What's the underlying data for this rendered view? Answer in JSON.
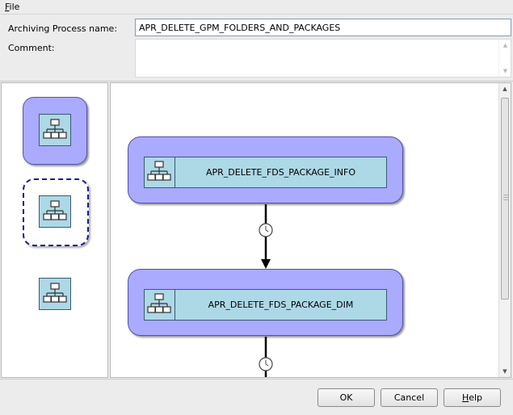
{
  "menu": {
    "file_mnemonic": "F",
    "file_rest": "ile"
  },
  "form": {
    "name_label": "Archiving Process name:",
    "name_value": "APR_DELETE_GPM_FOLDERS_AND_PACKAGES",
    "comment_label": "Comment:",
    "comment_value": ""
  },
  "palette": {
    "items": [
      {
        "icon": "hierarchy-icon",
        "style": "solid-rounded"
      },
      {
        "icon": "hierarchy-icon",
        "style": "dashed-rounded"
      },
      {
        "icon": "hierarchy-icon",
        "style": "plain"
      }
    ]
  },
  "canvas": {
    "processes": [
      {
        "label": "APR_DELETE_FDS_PACKAGE_INFO"
      },
      {
        "label": "APR_DELETE_FDS_PACKAGE_DIM"
      }
    ]
  },
  "buttons": {
    "ok": "OK",
    "cancel": "Cancel",
    "help_mnemonic": "H",
    "help_rest": "elp"
  },
  "colors": {
    "node_fill": "#aaaaff",
    "node_border": "#5050b0",
    "inner_fill": "#add8e6",
    "dashed_border": "#1a1aa0"
  }
}
